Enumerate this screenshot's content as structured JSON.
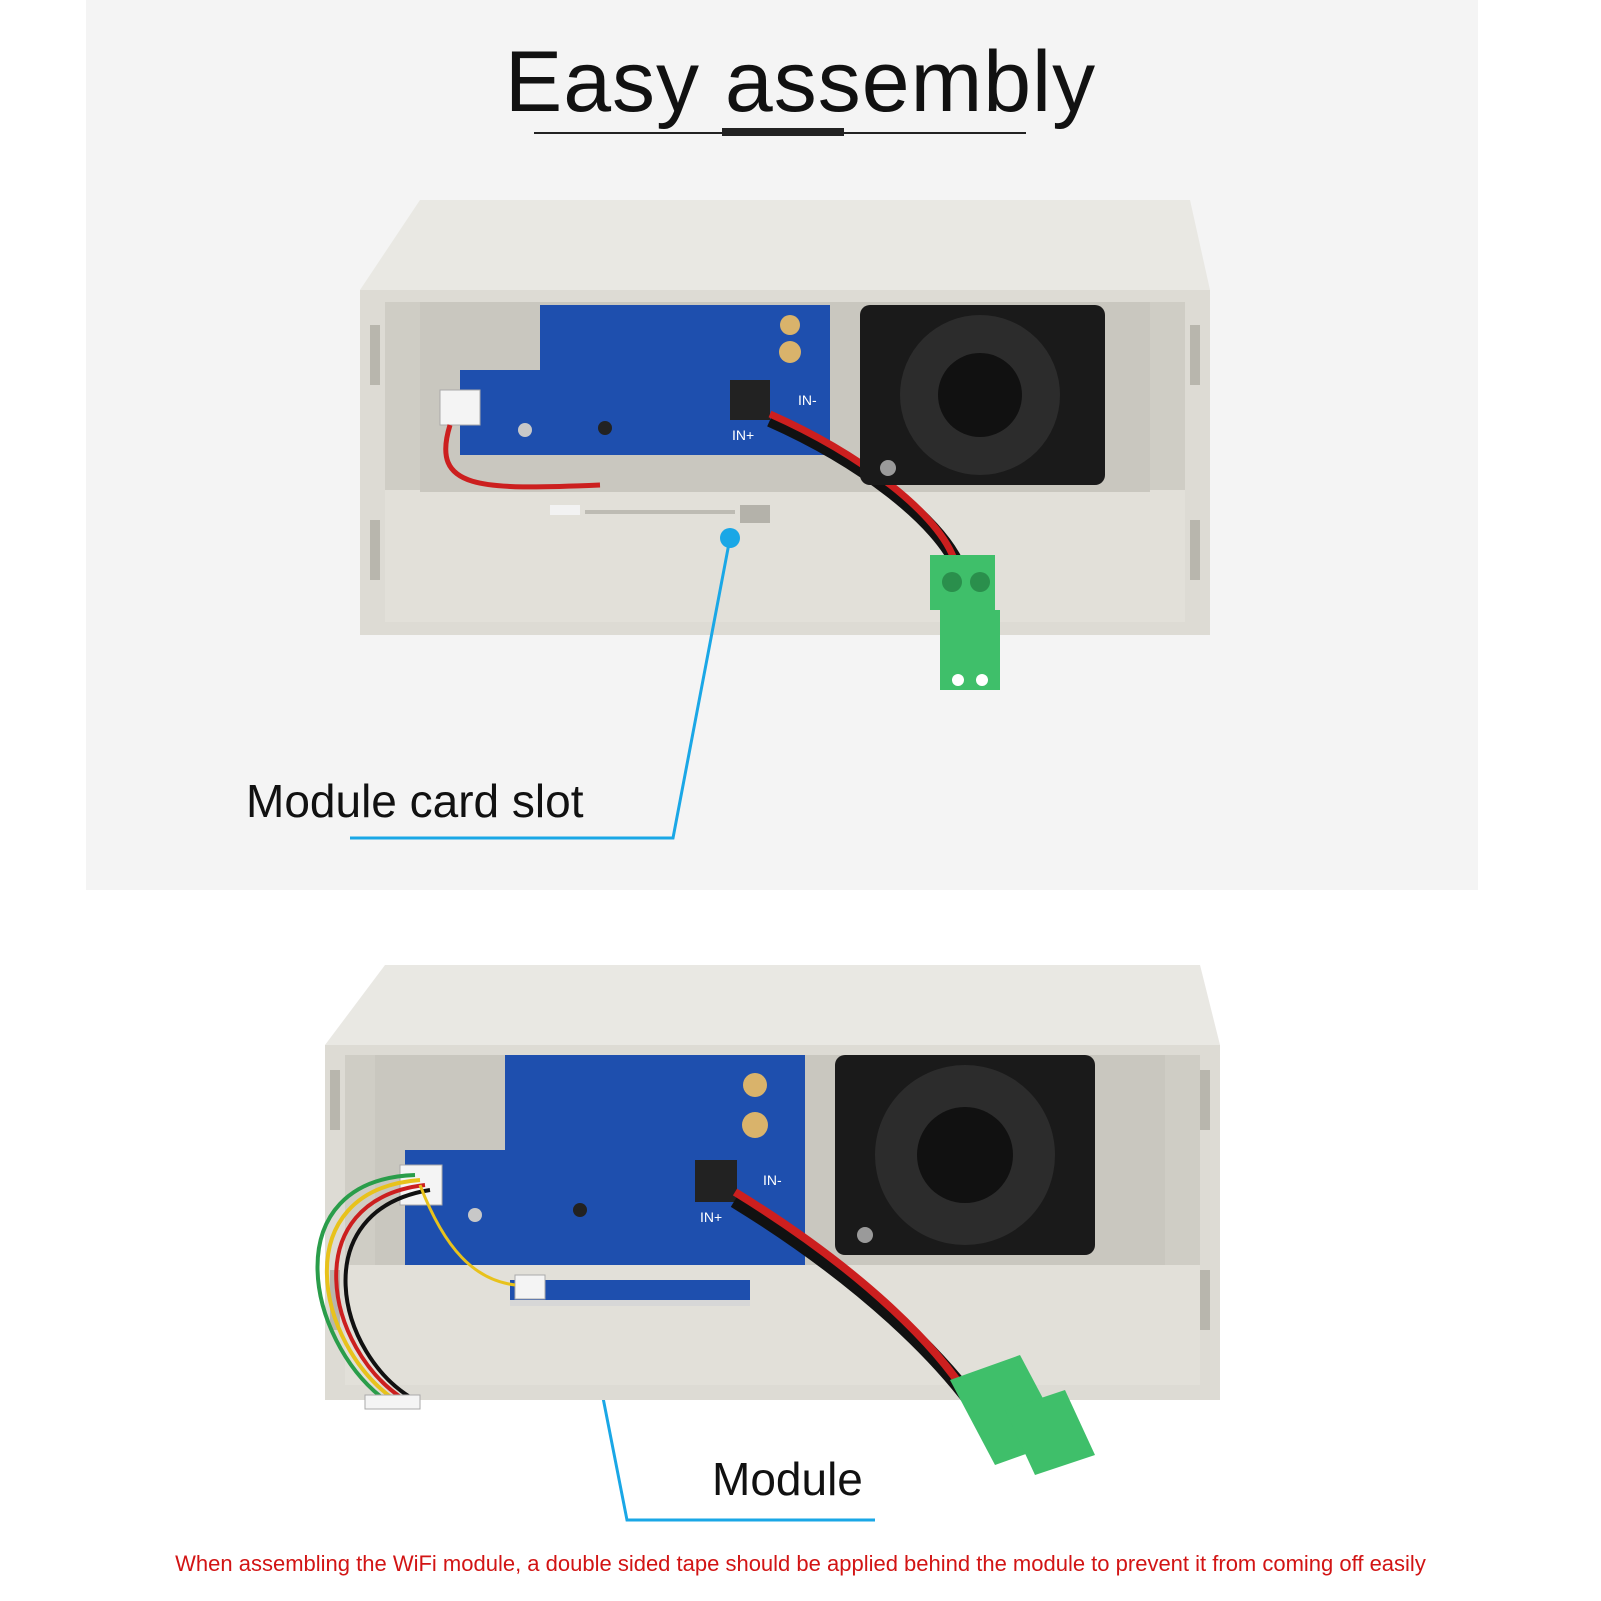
{
  "heading": "Easy assembly",
  "callouts": {
    "card_slot": "Module card slot",
    "module": "Module"
  },
  "board_labels": {
    "in_plus": "IN+",
    "in_minus": "IN-"
  },
  "note": "When assembling the WiFi module, a double sided tape should be applied behind the module to prevent it from coming off easily",
  "colors": {
    "accent_line": "#1aa7e6",
    "note_text": "#d21414",
    "pcb": "#1e4fae",
    "connector": "#3fbf6a"
  }
}
